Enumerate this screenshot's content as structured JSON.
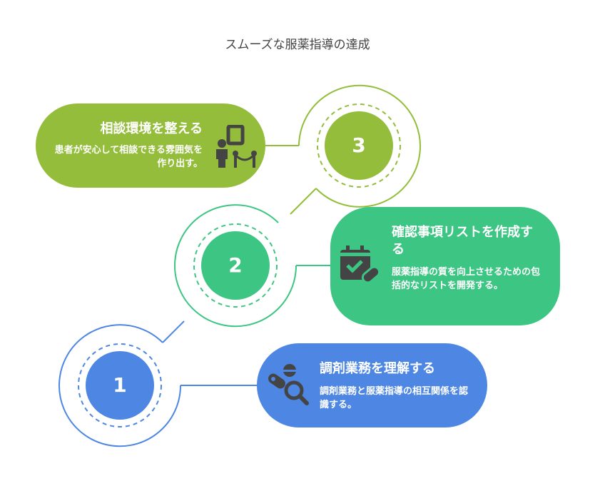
{
  "title": "スムーズな服薬指導の達成",
  "colors": {
    "step1": "#4E86E4",
    "step2": "#3DC583",
    "step3": "#93BD3A",
    "icon": "#444444"
  },
  "steps": [
    {
      "number": "1",
      "heading": "調剤業務を理解する",
      "description": "調剤業務と服薬指導の相互関係を認識する。",
      "icon": "pill-magnifier-icon"
    },
    {
      "number": "2",
      "heading": "確認事項リストを作成する",
      "description": "服薬指導の質を向上させるための包括的なリストを開発する。",
      "icon": "calendar-check-pill-icon"
    },
    {
      "number": "3",
      "heading": "相談環境を整える",
      "description": "患者が安心して相談できる雰囲気を作り出す。",
      "icon": "consultation-space-icon"
    }
  ]
}
